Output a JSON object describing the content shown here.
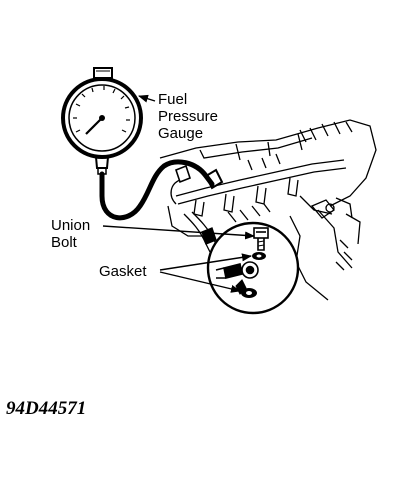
{
  "labels": {
    "gauge_line1": "Fuel",
    "gauge_line2": "Pressure",
    "gauge_line3": "Gauge",
    "union_line1": "Union",
    "union_line2": "Bolt",
    "gasket": "Gasket"
  },
  "figure_code": "94D44571",
  "colors": {
    "ink": "#000000",
    "paper": "#ffffff"
  }
}
